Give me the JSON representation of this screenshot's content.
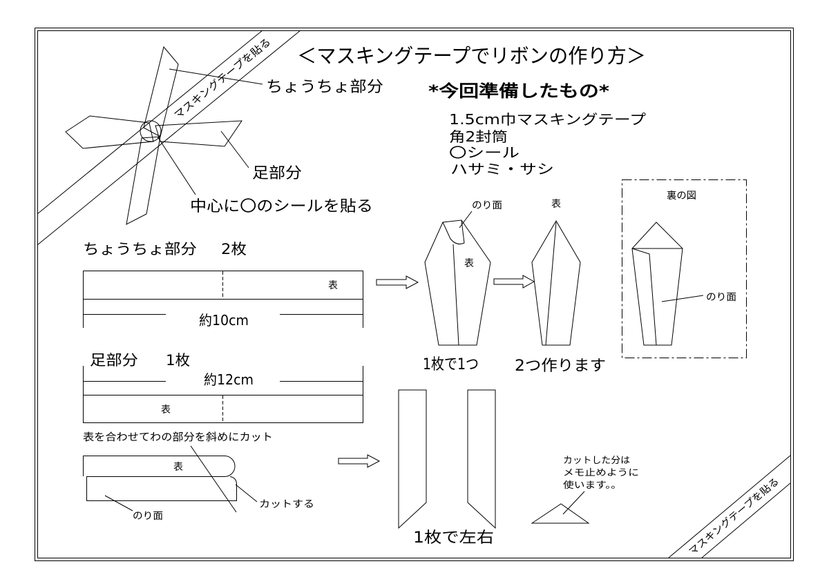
{
  "colors": {
    "ink": "#000000",
    "paper": "#ffffff"
  },
  "title": "＜マスキングテープでリボンの作り方＞",
  "tape_band": {
    "top_label": "マスキングテープを貼る",
    "bottom_label": "マスキングテープを貼る"
  },
  "bow_diagram": {
    "butterfly_label": "ちょうちょ部分",
    "leg_label": "足部分",
    "center_label": "中心に〇のシールを貼る"
  },
  "materials": {
    "heading": "*今回準備したもの*",
    "items": [
      "1.5cm巾マスキングテープ",
      "角2封筒",
      "〇シール",
      "ハサミ・サシ"
    ]
  },
  "butterfly_part": {
    "name": "ちょうちょ部分",
    "count": "2枚",
    "front_label": "表",
    "length": "約10cm"
  },
  "leg_part": {
    "name": "足部分",
    "count": "1枚",
    "length": "約12cm",
    "front_label": "表",
    "instruction": "表を合わせてわの部分を斜めにカット",
    "fold_front_label": "表",
    "glue_label": "のり面",
    "cut_label": "カットする",
    "result": "1枚で左右"
  },
  "assembly": {
    "glue_label": "のり面",
    "front_label": "表",
    "step1": "1枚で1つ",
    "finished_front_label": "表",
    "step2": "2つ作ります"
  },
  "back_view": {
    "title": "裏の図",
    "glue_label": "のり面"
  },
  "leftover_note": [
    "カットした分は",
    "メモ止めように",
    "使います。。"
  ]
}
